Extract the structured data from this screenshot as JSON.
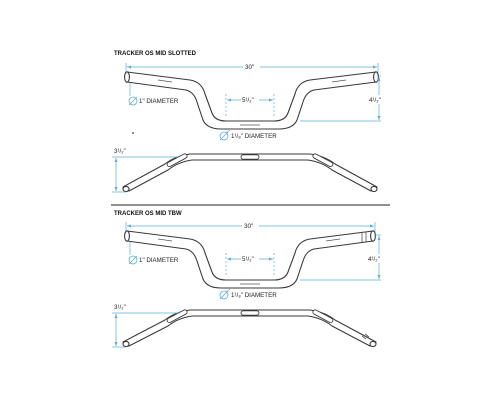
{
  "sections": [
    {
      "title": "TRACKER OS MID SLOTTED",
      "width_label": "30\"",
      "center_label": "5¹/₂\"",
      "rise_label": "4¹/₂\"",
      "bar_diameter_label": "1\" DIAMETER",
      "center_diameter_label": "1¹/₈\" DIAMETER",
      "pullback_label": "3¹/₂\""
    },
    {
      "title": "TRACKER OS MID TBW",
      "width_label": "30\"",
      "center_label": "5¹/₂\"",
      "rise_label": "4¹/₂\"",
      "bar_diameter_label": "1\" DIAMETER",
      "center_diameter_label": "1¹/₈\" DIAMETER",
      "pullback_label": "3¹/₂\""
    }
  ],
  "colors": {
    "dimension_line": "#5aaed6",
    "outline": "#3a3a3a",
    "background": "#ffffff"
  }
}
